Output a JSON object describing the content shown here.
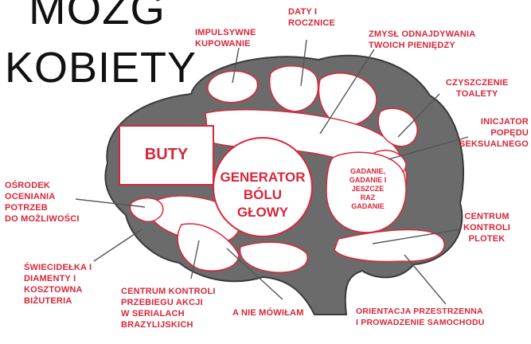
{
  "title": {
    "line1": "MÓZG",
    "line2": "KOBIETY"
  },
  "regions": {
    "buty": "BUTY",
    "generator": "GENERATOR\nBÓLU GŁOWY",
    "gadanie": "GADANIE,\nGADANIE I\nJESZCZE\nRAZ\nGADANIE"
  },
  "labels": {
    "impulsywne": "IMPULSYWNE\nKUPOWANIE",
    "daty": "DATY I\nROCZNICE",
    "zmysl": "ZMYSŁ ODNAJDYWANIA\nTWOICH PIENIĘDZY",
    "czyszczenie": "CZYSZCZENIE\nTOALETY",
    "inicjator": "INICJATOR\nPOPĘDU\nSEKSUALNEGO",
    "osrodek": "OŚRODEK\nOCENIANIA\nPOTRZEB\nDO MOŻLIWOŚCI",
    "swiecidelka": "ŚWIECIDEŁKA I\nDIAMENTY I\nKOSZTOWNA\nBIŻUTERIA",
    "centrum_akcji": "CENTRUM KONTROLI\nPRZEBIEGU AKCJI\nW SERIALACH\nBRAZYLIJSKICH",
    "nie_mowie": "A NIE MÓWIŁAM",
    "orientacja": "ORIENTACJA PRZESTRZENNA\nI PROWADZENIE SAMOCHODU",
    "plotki": "CENTRUM\nKONTROLI\nPLOTEK"
  },
  "colors": {
    "brain": "#6b6b6b",
    "text": "#d8263a",
    "regionStroke": "#d8263a",
    "regionFill": "#ffffff",
    "lines": "#555555"
  }
}
